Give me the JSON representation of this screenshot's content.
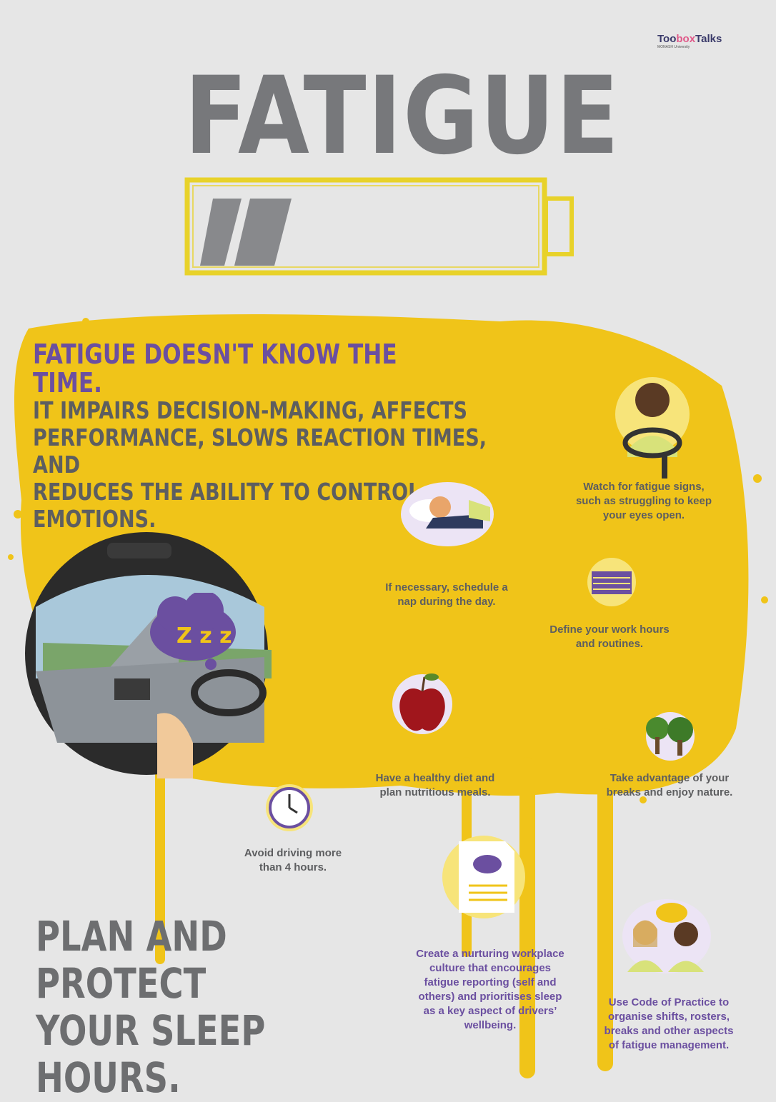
{
  "logo": {
    "brand_part1": "Too",
    "brand_part2": "box",
    "brand_part3": "Talks",
    "partner1": "MONASH University"
  },
  "title": "FATIGUE",
  "headline": {
    "highlight": "FATIGUE DOESN'T KNOW THE TIME.",
    "line1": "IT IMPAIRS DECISION-MAKING, AFFECTS",
    "line2": "PERFORMANCE, SLOWS REACTION TIMES, AND",
    "line3": "REDUCES THE ABILITY TO CONTROL EMOTIONS."
  },
  "tips": {
    "watch_signs": [
      "Watch for fatigue signs,",
      "such as struggling to keep",
      "your eyes open."
    ],
    "nap": [
      "If necessary, schedule a",
      "nap during the day."
    ],
    "work_hours": [
      "Define your work hours",
      "and routines."
    ],
    "diet": [
      "Have a healthy diet and",
      "plan nutritious meals."
    ],
    "breaks": [
      "Take advantage of your",
      "breaks and enjoy nature."
    ],
    "driving": [
      "Avoid driving more",
      "than 4 hours."
    ],
    "culture": [
      "Create a nurturing workplace",
      "culture that encourages",
      "fatigue reporting (self and",
      "others) and prioritises sleep",
      "as a key aspect of drivers’",
      "wellbeing."
    ],
    "code": [
      "Use Code of Practice to",
      "organise shifts, rosters,",
      "breaks and other aspects",
      "of fatigue management."
    ]
  },
  "plan": {
    "line1": "PLAN AND PROTECT",
    "line2": "YOUR SLEEP HOURS."
  },
  "sleep_symbol": "Z z z",
  "colors": {
    "background": "#e6e6e6",
    "yellow": "#f0c419",
    "grey_text": "#5d5e60",
    "purple": "#6b4fa0"
  },
  "icons": [
    "logo",
    "battery-icon",
    "driver-icon",
    "sleeping-person-icon",
    "calendar-icon",
    "apple-icon",
    "trees-icon",
    "clock-icon",
    "document-icon",
    "two-drivers-icon",
    "car-interior-illustration",
    "sleep-cloud-icon"
  ]
}
